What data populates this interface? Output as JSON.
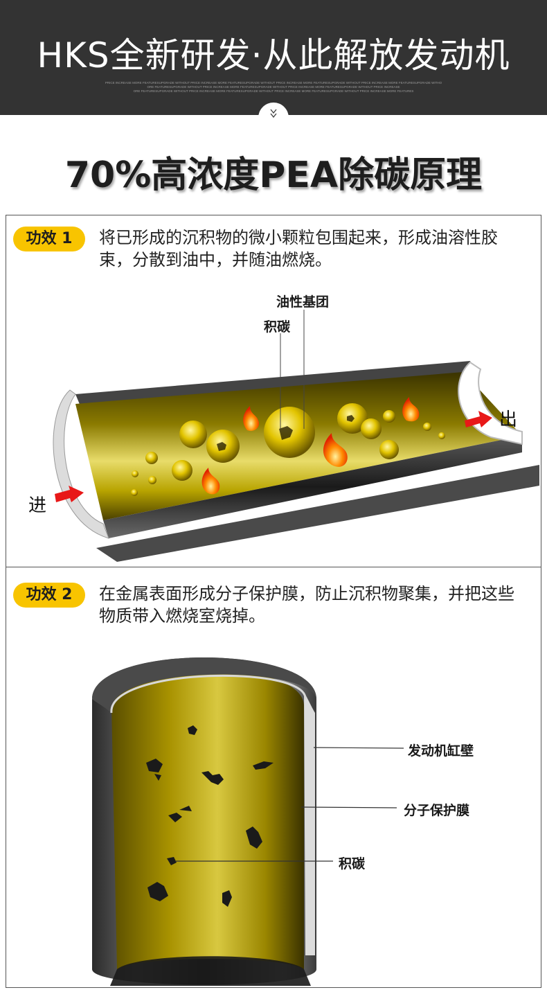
{
  "header": {
    "title": "HKS全新研发·从此解放发动机",
    "sub_line1": "PRICE INCREASE MORE FEATURESUPGRADE WITHOUT PRICE INCREASE MORE FEATURESUPGRADE WITHOUT PRICE INCREASE MORE FEATURESUPGRADE WITHOUT PRICE INCREASE MORE FEATURESUPGRADE WITHO",
    "sub_line2": "ORE FEATURESUPGRADE WITHOUT PRICE INCREASE MORE FEATURESUPGRADE WITHOUT PRICE INCREASE MORE FEATURESUPGRADE WITHOUT PRICE INCREASE",
    "sub_line3": "ORE FEATURESUPGRADE WITHOUT PRICE INCREASE MORE FEATURESUPGRADE WITHOUT PRICE INCREASE MORE FEATURESUPGRADE WITHOUT PRICE INCREASE MORE FEATURES"
  },
  "main_title": "70%高浓度PEA除碳原理",
  "section1": {
    "badge": "功效 1",
    "desc": "将已形成的沉积物的微小颗粒包围起来，形成油溶性胶束，分散到油中，并随油燃烧。",
    "label_group": "油性基团",
    "label_carbon": "积碳",
    "label_in": "进",
    "label_out": "出"
  },
  "section2": {
    "badge": "功效 2",
    "desc": "在金属表面形成分子保护膜，防止沉积物聚集，并把这些物质带入燃烧室烧掉。",
    "label_wall": "发动机缸壁",
    "label_film": "分子保护膜",
    "label_carbon": "积碳"
  },
  "colors": {
    "header_bg": "#333333",
    "badge": "#f8c400",
    "oil": "#c9b000",
    "arrow": "#e81818"
  }
}
